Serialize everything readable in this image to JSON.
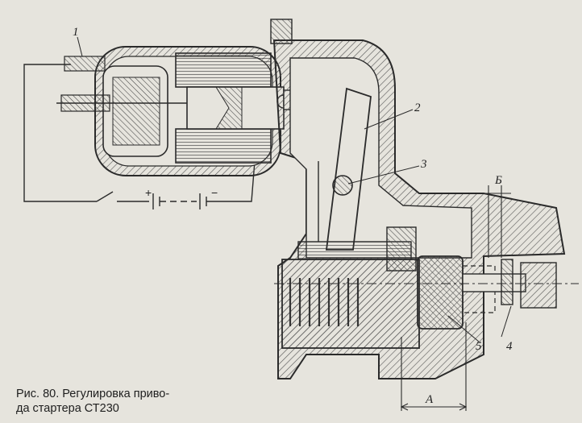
{
  "figure": {
    "caption_line1": "Рис. 80. Регулировка приво-",
    "caption_line2": "да стартера СТ230"
  },
  "callouts": {
    "part_1": "1",
    "part_2": "2",
    "part_3": "3",
    "part_4": "4",
    "part_5": "5",
    "dim_a": "А",
    "dim_b": "Б"
  },
  "battery_signs": {
    "plus": "+",
    "minus": "−"
  },
  "colors": {
    "paper": "#e6e4dd",
    "ink": "#2a2a2a",
    "hatch": "#555555"
  }
}
